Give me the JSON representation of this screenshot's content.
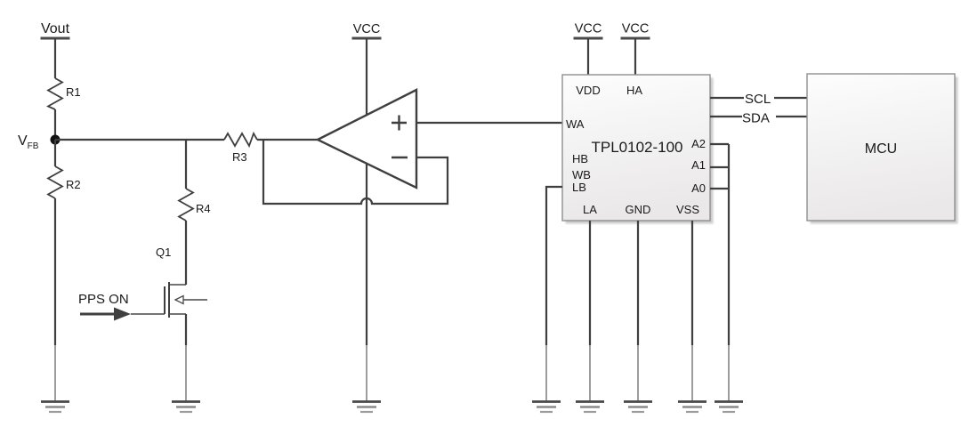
{
  "schematic": {
    "supplies": {
      "vout": "Vout",
      "vcc": "VCC"
    },
    "nets": {
      "vfb_base": "V",
      "vfb_sub": "FB",
      "pps_on": "PPS ON",
      "scl": "SCL",
      "sda": "SDA"
    },
    "components": {
      "r1": "R1",
      "r2": "R2",
      "r3": "R3",
      "r4": "R4",
      "q1": "Q1",
      "mcu": "MCU"
    },
    "digipot": {
      "part_number": "TPL0102-100",
      "pins": {
        "vdd": "VDD",
        "ha": "HA",
        "wa": "WA",
        "hb": "HB",
        "wb": "WB",
        "lb": "LB",
        "la": "LA",
        "gnd": "GND",
        "vss": "VSS",
        "a2": "A2",
        "a1": "A1",
        "a0": "A0"
      }
    },
    "colors": {
      "wire": "#3f3f3f",
      "text": "#1a1a1a",
      "box_border": "#8f8f8f",
      "box_fill_top": "#fdfdfd",
      "box_fill_bottom": "#eae8e8",
      "box_shadow": "#c0c0c0",
      "ground_bar_primary": "#4a4a4a",
      "ground_bar_secondary": "#8a8a8a"
    }
  }
}
